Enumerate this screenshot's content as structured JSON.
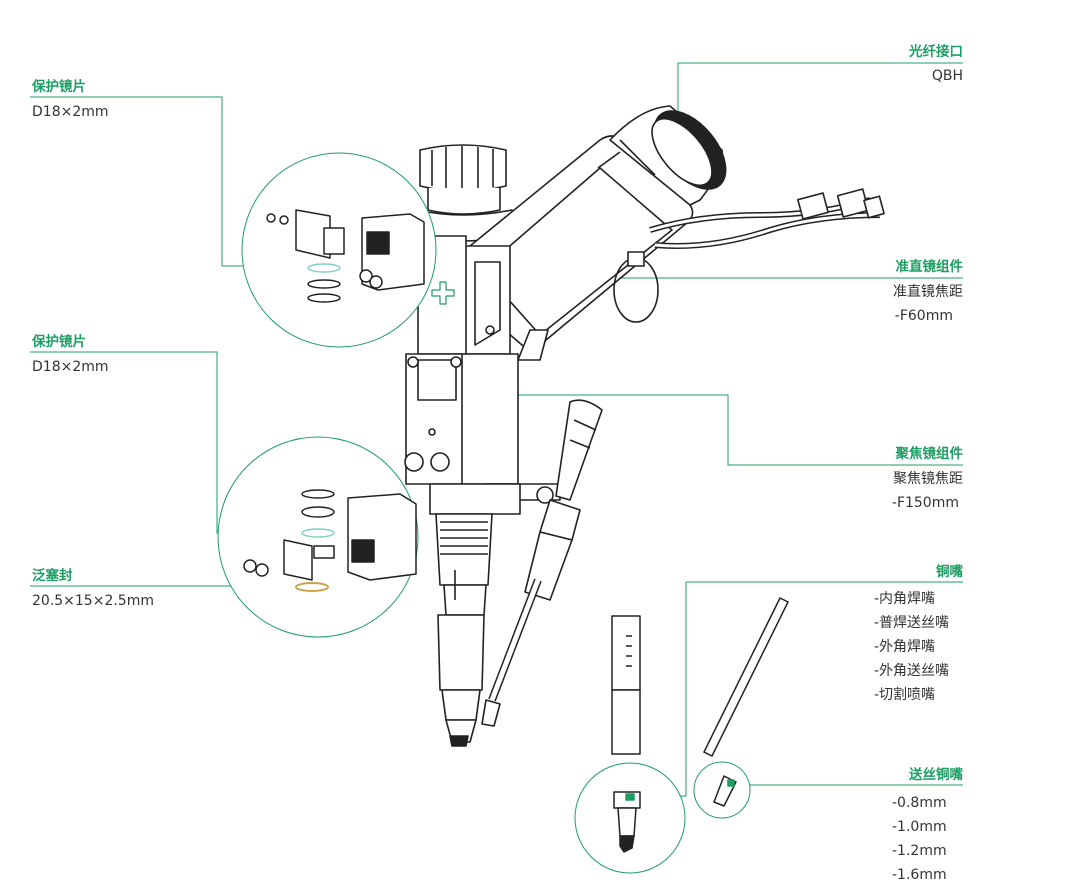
{
  "colors": {
    "accent": "#1e9e64",
    "line": "#1e9e64",
    "ink": "#222222",
    "text": "#333333",
    "gold": "#c9a24a"
  },
  "labels": {
    "fiber_port": {
      "title": "光纤接口",
      "lines": [
        "QBH"
      ]
    },
    "protect_lens_top": {
      "title": "保护镜片",
      "lines": [
        "D18×2mm"
      ]
    },
    "protect_lens_mid": {
      "title": "保护镜片",
      "lines": [
        "D18×2mm"
      ]
    },
    "seal": {
      "title": "泛塞封",
      "lines": [
        "20.5×15×2.5mm"
      ]
    },
    "collimator": {
      "title": "准直镜组件",
      "lines": [
        "准直镜焦距",
        "-F60mm"
      ]
    },
    "focus": {
      "title": "聚焦镜组件",
      "lines": [
        "聚焦镜焦距",
        "-F150mm"
      ]
    },
    "copper_nozzle": {
      "title": "铜嘴",
      "lines": [
        "-内角焊嘴",
        "-普焊送丝嘴",
        "-外角焊嘴",
        "-外角送丝嘴",
        "-切割喷嘴"
      ]
    },
    "wire_nozzle": {
      "title": "送丝铜嘴",
      "lines": [
        "-0.8mm",
        "-1.0mm",
        "-1.2mm",
        "-1.6mm"
      ]
    }
  },
  "icons": [
    "welding-head-drawing",
    "lens-holder-detail",
    "seal-detail",
    "nozzle-detail",
    "wire-tip-detail"
  ]
}
